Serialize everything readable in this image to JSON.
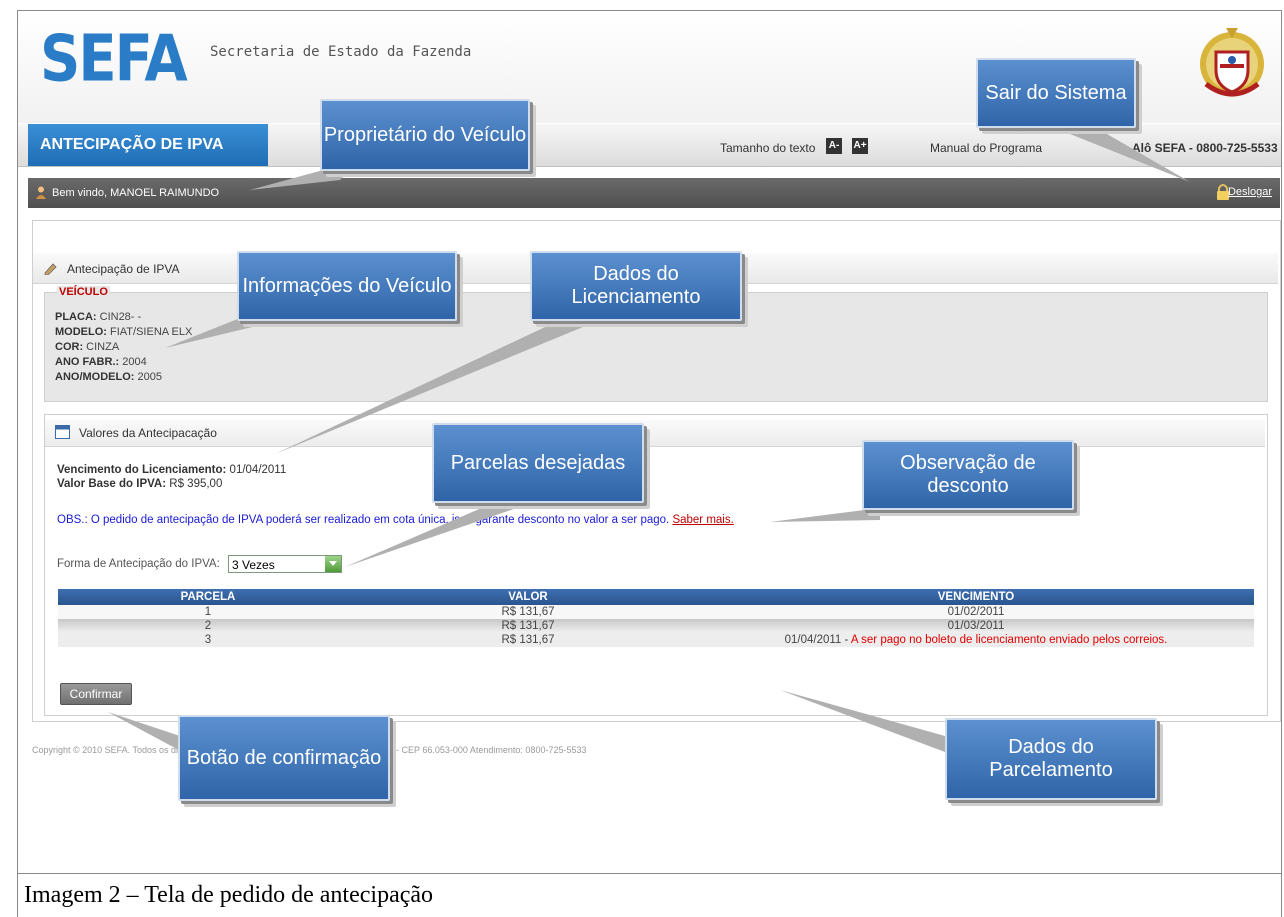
{
  "header": {
    "logo": "SEFA",
    "subtitle": "Secretaria de Estado da Fazenda"
  },
  "nav": {
    "title": "ANTECIPAÇÃO DE IPVA",
    "text_size_label": "Tamanho do texto",
    "text_size_decrease": "A-",
    "text_size_increase": "A+",
    "manual_label": "Manual do Programa",
    "hotline": "Alô SEFA - 0800-725-5533"
  },
  "welcome": {
    "greeting": "Bem vindo, MANOEL RAIMUNDO",
    "logout_label": "Deslogar"
  },
  "panel": {
    "title": "Antecipação de IPVA"
  },
  "vehicle": {
    "legend": "VEÍCULO",
    "rows": [
      {
        "label": "PLACA:",
        "value": "CIN28- -"
      },
      {
        "label": "MODELO:",
        "value": "FIAT/SIENA ELX"
      },
      {
        "label": "COR:",
        "value": "CINZA"
      },
      {
        "label": "ANO FABR.:",
        "value": "2004"
      },
      {
        "label": "ANO/MODELO:",
        "value": "2005"
      }
    ]
  },
  "values": {
    "title": "Valores da Antecipacação",
    "due_label": "Vencimento do Licenciamento:",
    "due_value": "01/04/2011",
    "base_label": "Valor Base do IPVA:",
    "base_value": "R$ 395,00",
    "obs_text": "OBS.: O pedido de antecipação de IPVA poderá ser realizado em cota única, isso garante desconto no valor a ser pago.",
    "obs_link": "Saber mais.",
    "form_label": "Forma de Antecipação do IPVA:",
    "form_selected": "3 Vezes"
  },
  "table": {
    "headers": [
      "PARCELA",
      "VALOR",
      "VENCIMENTO"
    ],
    "rows": [
      {
        "parcela": "1",
        "valor": "R$ 131,67",
        "vencimento": "01/02/2011",
        "note": ""
      },
      {
        "parcela": "2",
        "valor": "R$ 131,67",
        "vencimento": "01/03/2011",
        "note": ""
      },
      {
        "parcela": "3",
        "valor": "R$ 131,67",
        "vencimento": "01/04/2011 -",
        "note": "A ser pago no boleto de licenciamento enviado pelos correios."
      }
    ]
  },
  "confirm_label": "Confirmar",
  "footer": {
    "copyright": "Copyright © 2010 SEFA. Todos os direitos reservados. Av. Visconde de Souza Franco, 110 - CEP 66.053-000 Atendimento: 0800-725-5533"
  },
  "callouts": {
    "proprietario": "Proprietário do Veículo",
    "sair": "Sair do Sistema",
    "info_veiculo": "Informações do Veículo",
    "dados_licenciamento": "Dados do Licenciamento",
    "parcelas": "Parcelas desejadas",
    "observacao": "Observação de desconto",
    "botao": "Botão de confirmação",
    "dados_parcelamento": "Dados do Parcelamento"
  },
  "caption": "Imagem 2 – Tela de pedido de antecipação",
  "colors": {
    "brand_blue": "#2a7cc7",
    "callout_blue": "#3f74b8",
    "alert_red": "#e00000",
    "table_header": "#2f5b96"
  }
}
